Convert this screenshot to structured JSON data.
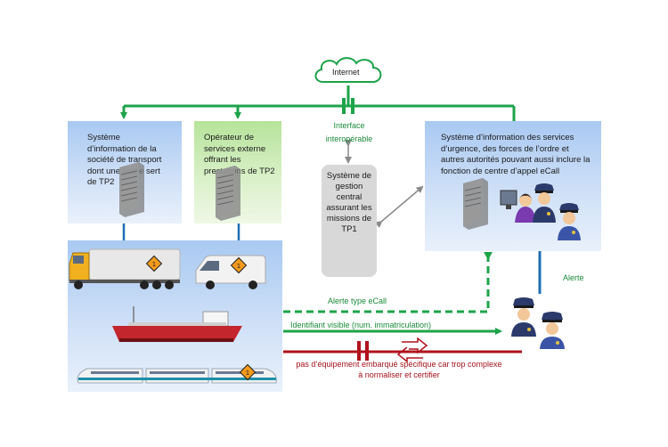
{
  "internet": {
    "label": "Internet"
  },
  "interface": {
    "label": "Interface interopérable"
  },
  "boxes": {
    "transport_company": "Système d’information de la société de transport dont une partie sert de TP2",
    "external_operator": "Opérateur de services externe offrant les prestations de TP2",
    "emergency_services": "Système d’information des services d’urgence, des forces de l’ordre et autres autorités pouvant aussi inclure la fonction de centre d’appel eCall",
    "central_system": "Système de gestion central assurant les missions de TP1"
  },
  "links": {
    "alert_ecall": "Alerte type eCall",
    "visible_id": "Identifiant visible (num. immatriculation)",
    "alert": "Alerte",
    "no_equipment": "pas d’équipement embarqué spécifique car trop complexe à normaliser et certifier"
  },
  "colors": {
    "green": "#1ea34a",
    "red": "#b0121c",
    "blue": "#1f6fb5",
    "grey_arrow": "#8a8a8a"
  },
  "icons": [
    "cloud-icon",
    "server-icon",
    "truck-icon",
    "van-icon",
    "ship-icon",
    "train-icon",
    "hazmat-icon",
    "police-officer-icon",
    "operator-icon",
    "broken-link-icon"
  ]
}
